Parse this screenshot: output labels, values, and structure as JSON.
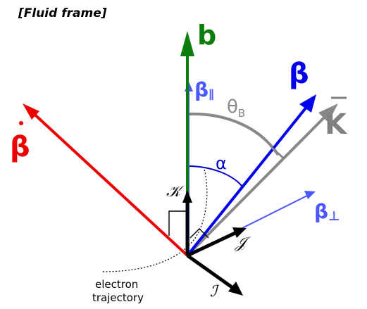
{
  "title": "[Fluid frame]",
  "vectors": {
    "b": {
      "label": "b",
      "color": "#0a7d0a"
    },
    "beta_parallel": {
      "label": "β",
      "subscript": "∥",
      "color": "#4b57ff"
    },
    "theta_B": {
      "label": "θ",
      "subscript": "B",
      "color": "#888888"
    },
    "beta": {
      "label": "β",
      "color": "#0000ee"
    },
    "K_bar": {
      "label": "K",
      "overbar": "¯",
      "color": "#808080"
    },
    "alpha": {
      "label": "α",
      "color": "#0000cc"
    },
    "beta_perp": {
      "label": "β",
      "subscript": "⊥",
      "color": "#4b57ff"
    },
    "beta_dot": {
      "label": "β",
      "overdot": "˙",
      "color": "#ee0000"
    },
    "kappa": {
      "label": "𝒦",
      "color": "#000000"
    },
    "J": {
      "label": "𝒥",
      "color": "#000000"
    },
    "I": {
      "label": "ℐ",
      "color": "#000000"
    }
  },
  "trajectory_label": {
    "line1": "electron",
    "line2": "trajectory"
  }
}
